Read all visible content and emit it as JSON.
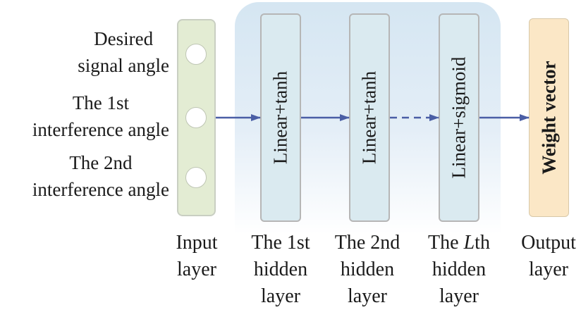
{
  "inputs": [
    {
      "line1": "Desired",
      "line2": "signal angle"
    },
    {
      "line1": "The 1st",
      "line2": "interference angle"
    },
    {
      "line1": "The 2nd",
      "line2": "interference angle"
    }
  ],
  "layers": [
    {
      "box_label": "Linear+tanh",
      "caption": [
        "The 1st",
        "hidden",
        "layer"
      ]
    },
    {
      "box_label": "Linear+tanh",
      "caption": [
        "The 2nd",
        "hidden",
        "layer"
      ]
    },
    {
      "box_label": "Linear+sigmoid",
      "caption_prefix": "The ",
      "caption_italic": "L",
      "caption_suffix": "th",
      "caption": [
        "hidden",
        "layer"
      ]
    }
  ],
  "input_layer": {
    "caption": [
      "Input",
      "layer"
    ]
  },
  "output_layer": {
    "box_label": "Weight vector",
    "caption": [
      "Output",
      "layer"
    ]
  },
  "colors": {
    "input_fill": "#e3ecd3",
    "hidden_fill": "#daeaf0",
    "output_fill": "#fbe7c6",
    "arrow": "#4a5ea5",
    "group_bg": "#d5e6f2"
  }
}
